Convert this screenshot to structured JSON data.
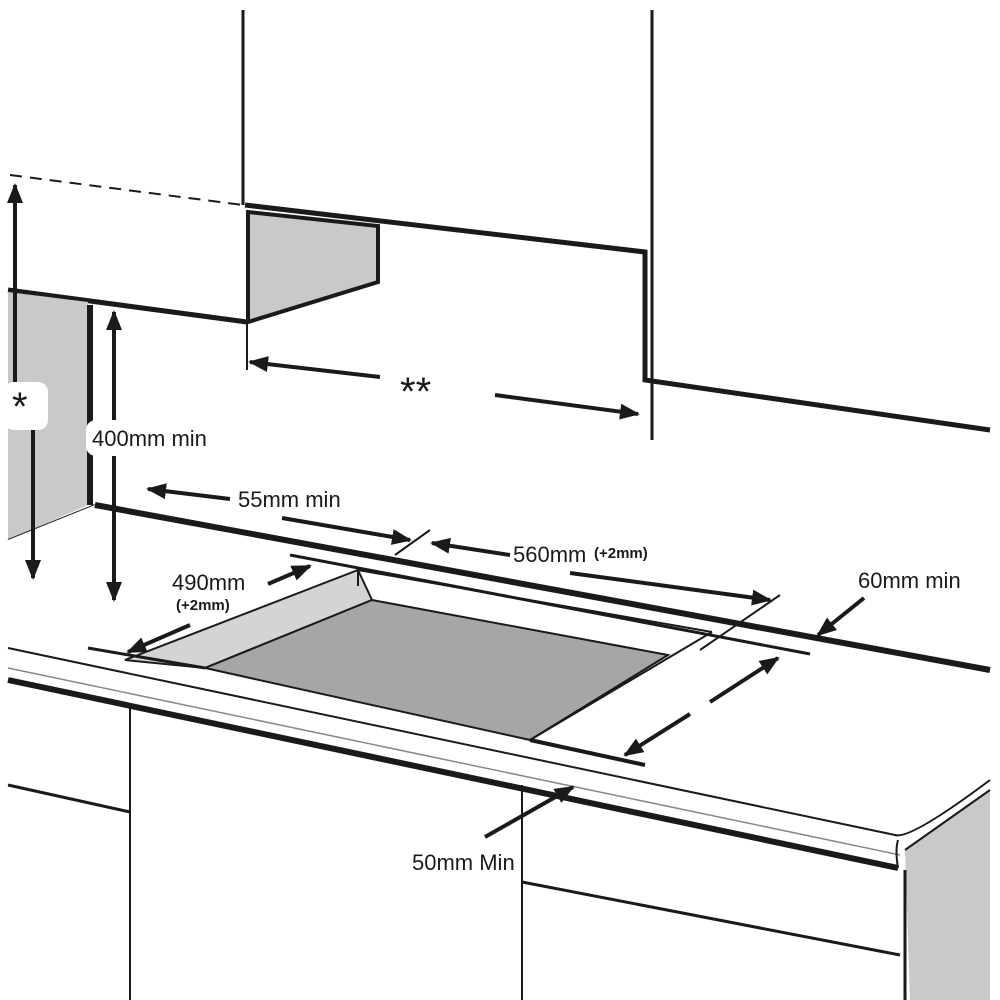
{
  "diagram": {
    "type": "built-in hob installation dimensions",
    "colors": {
      "line": "#1a1a1a",
      "shade": "#c9c9c9",
      "shade_dark": "#a6a6a6",
      "background": "#ffffff"
    },
    "labels": {
      "star_single": "*",
      "star_double": "**",
      "min_height": "400mm min",
      "rear_gap": "55mm min",
      "cutout_width": "560mm",
      "cutout_width_tol": "(+2mm)",
      "cutout_depth": "490mm",
      "cutout_depth_tol": "(+2mm)",
      "side_gap": "60mm min",
      "front_gap": "50mm Min"
    }
  }
}
